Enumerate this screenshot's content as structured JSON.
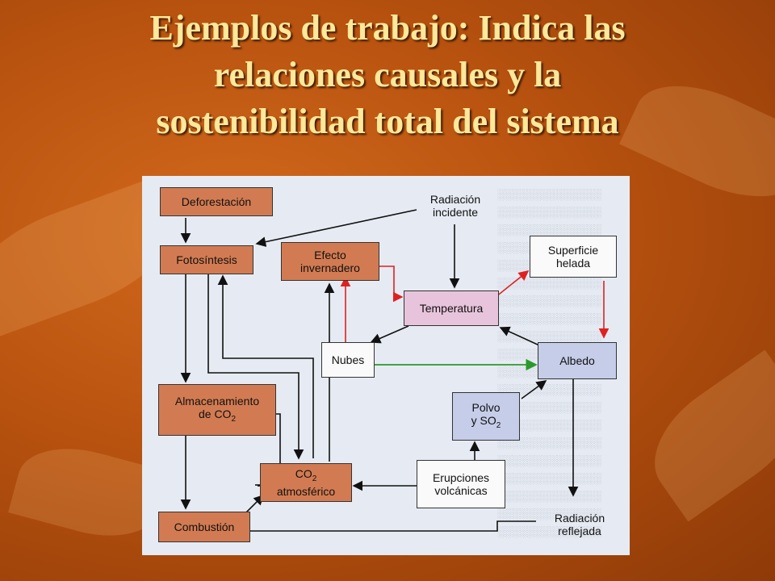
{
  "title": {
    "line1": "Ejemplos de trabajo: Indica las",
    "line2": "relaciones causales y la",
    "line3": "sostenibilidad total del sistema"
  },
  "diagram": {
    "nodes": {
      "deforestacion": "Deforestación",
      "radiacion_incidente_1": "Radiación",
      "radiacion_incidente_2": "incidente",
      "fotosintesis": "Fotosíntesis",
      "efecto_invernadero_1": "Efecto",
      "efecto_invernadero_2": "invernadero",
      "superficie_helada_1": "Superficie",
      "superficie_helada_2": "helada",
      "temperatura": "Temperatura",
      "nubes": "Nubes",
      "albedo": "Albedo",
      "almacenamiento_1": "Almacenamiento",
      "almacenamiento_2": "de CO",
      "almacenamiento_sub": "2",
      "polvo_1": "Polvo",
      "polvo_2": "y SO",
      "polvo_sub": "2",
      "co2_1": "CO",
      "co2_sub": "2",
      "co2_2": "atmosférico",
      "erupciones_1": "Erupciones",
      "erupciones_2": "volcánicas",
      "combustion": "Combustión",
      "radiacion_reflejada_1": "Radiación",
      "radiacion_reflejada_2": "reflejada"
    },
    "colors": {
      "process": "#d27b52",
      "temperature": "#e8c4dc",
      "albedo_group": "#c5cde8",
      "neutral": "#fafafa",
      "positive_link": "#e02020",
      "green_link": "#2a9a2a",
      "link": "#111111"
    }
  }
}
